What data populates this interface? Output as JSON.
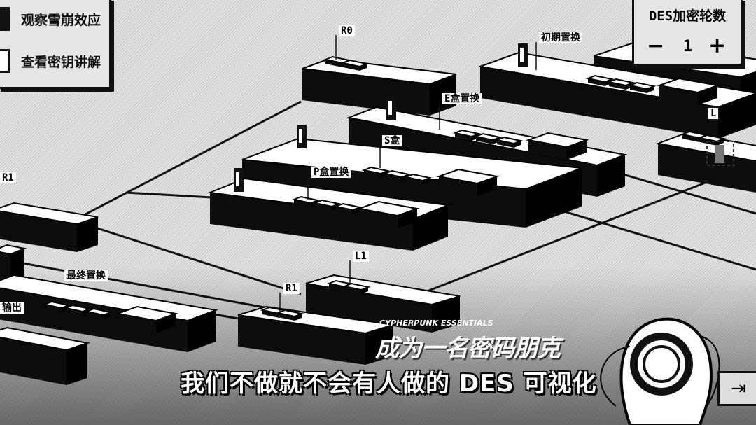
{
  "options": [
    {
      "label": "观察雪崩效应",
      "checked": true
    },
    {
      "label": "查看密钥讲解",
      "checked": false
    }
  ],
  "rounds": {
    "title": "DES加密轮数",
    "value": "1",
    "minus": "−",
    "plus": "+"
  },
  "scene": {
    "labels": {
      "r0": "R0",
      "initial_perm": "初期置换",
      "e_box": "E盒置换",
      "s_box": "S盒",
      "p_box": "P盒置换",
      "r1_left": "R1",
      "final_perm": "最终置换",
      "output": "输出",
      "l1": "L1",
      "r1": "R1",
      "l_right": "L"
    }
  },
  "logo": {
    "en": "CYPHERPUNK ESSENTIALS",
    "cn": "成为一名密码朋克"
  },
  "subtitle": "我们不做就不会有人做的 DES 可视化",
  "exit": {
    "icon": "exit-icon",
    "symbol": "⇥"
  }
}
